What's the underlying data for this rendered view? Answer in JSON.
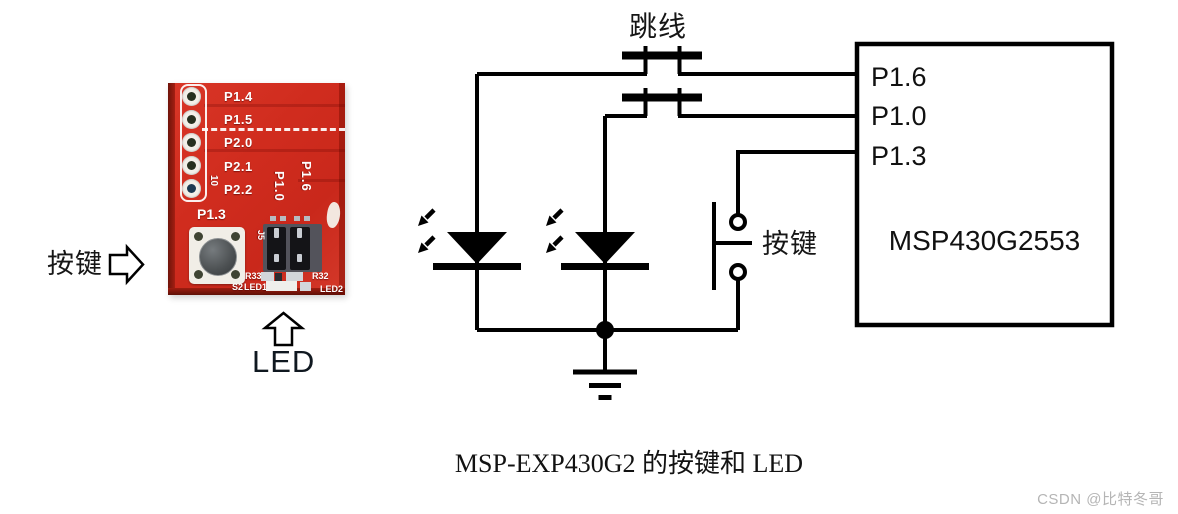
{
  "board": {
    "pin_labels": [
      "P1.4",
      "P1.5",
      "P2.0",
      "P2.1",
      "P2.2"
    ],
    "pin_number": "10",
    "button_ref": "P1.3",
    "jumper_ref_left": "P1.0",
    "jumper_ref_right": "P1.6",
    "connector_ref": "J5",
    "resistor_left": "R33",
    "resistor_right": "R32",
    "switch_ref": "S2",
    "led_left": "LED1",
    "led_right": "LED2"
  },
  "callouts": {
    "button_label": "按键",
    "led_label": "LED"
  },
  "schematic": {
    "jumper_label": "跳线",
    "button_label": "按键",
    "chip_name": "MSP430G2553",
    "pins": [
      {
        "name": "P1.6"
      },
      {
        "name": "P1.0"
      },
      {
        "name": "P1.3"
      }
    ]
  },
  "caption": "MSP-EXP430G2 的按键和 LED",
  "watermark": "CSDN @比特冬哥",
  "colors": {
    "pcb_red": "#d02c1e",
    "wire_black": "#000000",
    "watermark_gray": "#b5b5b5",
    "silkscreen_white": "#ffffff"
  }
}
